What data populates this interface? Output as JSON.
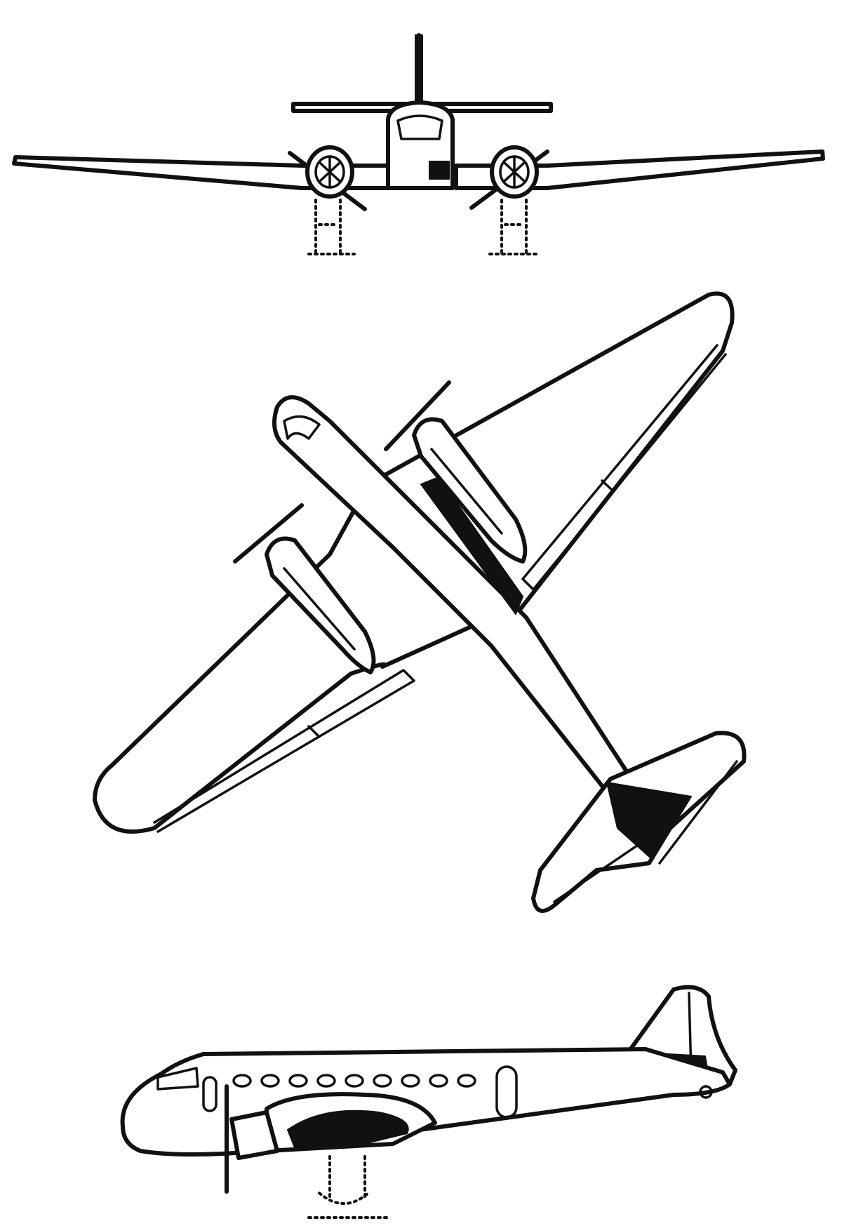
{
  "figure": {
    "views": [
      "front",
      "plan",
      "side"
    ],
    "ink_color": "#111111",
    "paper_color": "#ffffff"
  }
}
